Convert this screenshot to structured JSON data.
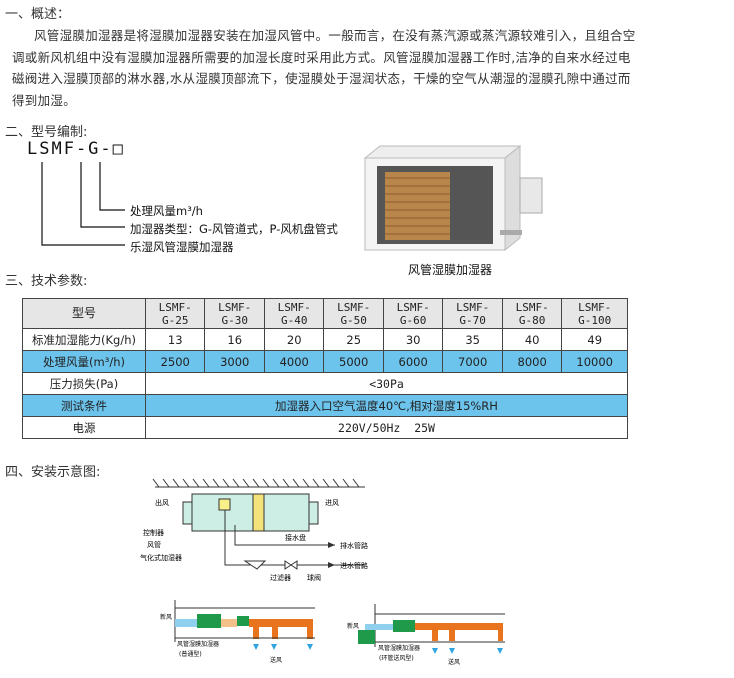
{
  "sections": {
    "overview": {
      "heading": "一、概述：",
      "body": "风管湿膜加湿器是将湿膜加湿器安装在加湿风管中。一般而言，在没有蒸汽源或蒸汽源较难引入，且组合空调或新风机组中没有湿膜加湿器所需要的加湿长度时采用此方式。风管湿膜加湿器工作时,洁净的自来水经过电磁阀进入湿膜顶部的淋水器,水从湿膜顶部流下，使湿膜处于湿润状态，干燥的空气从潮湿的湿膜孔隙中通过而得到加湿。"
    },
    "model_code": {
      "heading": "二、型号编制:",
      "code": "LSMF-G-□",
      "legend": [
        "处理风量m³/h",
        "加湿器类型：G-风管道式，P-风机盘管式",
        "乐湿风管湿膜加湿器"
      ]
    },
    "product_photo": {
      "caption": "风管湿膜加湿器"
    },
    "specs": {
      "heading": "三、技术参数:",
      "header": "型号",
      "models": [
        [
          "LSMF-",
          "G-25"
        ],
        [
          "LSMF-",
          "G-30"
        ],
        [
          "LSMF-",
          "G-40"
        ],
        [
          "LSMF-",
          "G-50"
        ],
        [
          "LSMF-",
          "G-60"
        ],
        [
          "LSMF-",
          "G-70"
        ],
        [
          "LSMF-",
          "G-80"
        ],
        [
          "LSMF-",
          "G-100"
        ]
      ],
      "rows": [
        {
          "label": "标准加湿能力(Kg/h)",
          "values": [
            "13",
            "16",
            "20",
            "25",
            "30",
            "35",
            "40",
            "49"
          ]
        },
        {
          "label": "处理风量(m³/h)",
          "values": [
            "2500",
            "3000",
            "4000",
            "5000",
            "6000",
            "7000",
            "8000",
            "10000"
          ]
        }
      ],
      "pressure_loss": {
        "label": "压力损失(Pa)",
        "value": "<30Pa"
      },
      "test_condition": {
        "label": "测试条件",
        "value": "加湿器入口空气温度40℃,相对湿度15%RH"
      },
      "power": {
        "label": "电源",
        "value": "220V/50Hz  25W"
      }
    },
    "install": {
      "heading": "四、安装示意图:",
      "diagram1": {
        "outlet": "出风",
        "inlet": "进风",
        "controller": "控制器",
        "duct": "风管",
        "humidifier": "气化式加湿器",
        "drain_pan": "接水盘",
        "drain_pipe": "排水管路",
        "water_in": "进水管路",
        "filter": "过滤器",
        "ball_valve": "球阀"
      },
      "diagram2": {
        "fresh_air": "新风",
        "name": "风管湿膜加湿器",
        "type": "(普通型)",
        "supply": "送风"
      },
      "diagram3": {
        "fresh_air": "新风",
        "name": "风管湿膜加湿器",
        "type": "(环管送风型)",
        "supply": "送风"
      }
    }
  },
  "colors": {
    "blue_row": "#6cc3ec",
    "header_row": "#e6e6e6",
    "duct_orange": "#e8741e",
    "unit_green": "#1e9a4a",
    "pipe_blue": "#8fd0ee"
  }
}
